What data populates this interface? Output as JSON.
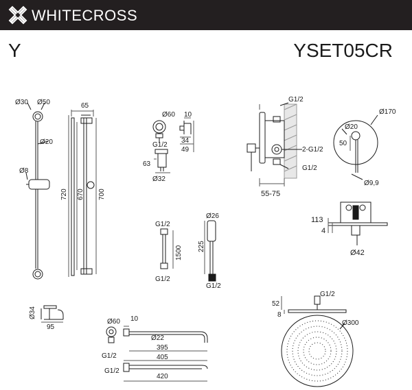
{
  "header": {
    "brand": "WHITECROSS",
    "series": "Y",
    "model": "YSET05CR"
  },
  "colors": {
    "header_bg": "#231f20",
    "line": "#1a1a1a",
    "dim": "#555555"
  },
  "dims": {
    "d30": "Ø30",
    "d50": "Ø50",
    "d20_rail": "Ø20",
    "d8": "Ø8",
    "w65": "65",
    "h720": "720",
    "h670": "670",
    "h700": "700",
    "d60_elbow": "Ø60",
    "w10_elbow": "10",
    "g_elbow": "G1/2",
    "h34": "34",
    "h49": "49",
    "h63": "63",
    "d32": "Ø32",
    "g_top": "G1/2",
    "g_side": "2-G1/2",
    "g_bottom": "G1/2",
    "depth": "55-75",
    "d170": "Ø170",
    "d20_plate": "Ø20",
    "h50": "50",
    "d9_9": "Ø9,9",
    "h113": "113",
    "h4": "4",
    "d42": "Ø42",
    "g_hose_top": "G1/2",
    "l1500": "1500",
    "g_hose_bottom": "G1/2",
    "d26": "Ø26",
    "h225": "225",
    "g_hand": "G1/2",
    "d34": "Ø34",
    "w95": "95",
    "d60_arm": "Ø60",
    "w10_arm": "10",
    "d22": "Ø22",
    "g_arm": "G1/2",
    "l395": "395",
    "l405": "405",
    "l420": "420",
    "g_arm2": "G1/2",
    "h52": "52",
    "h8": "8",
    "g_head": "G1/2",
    "d300": "Ø300"
  }
}
